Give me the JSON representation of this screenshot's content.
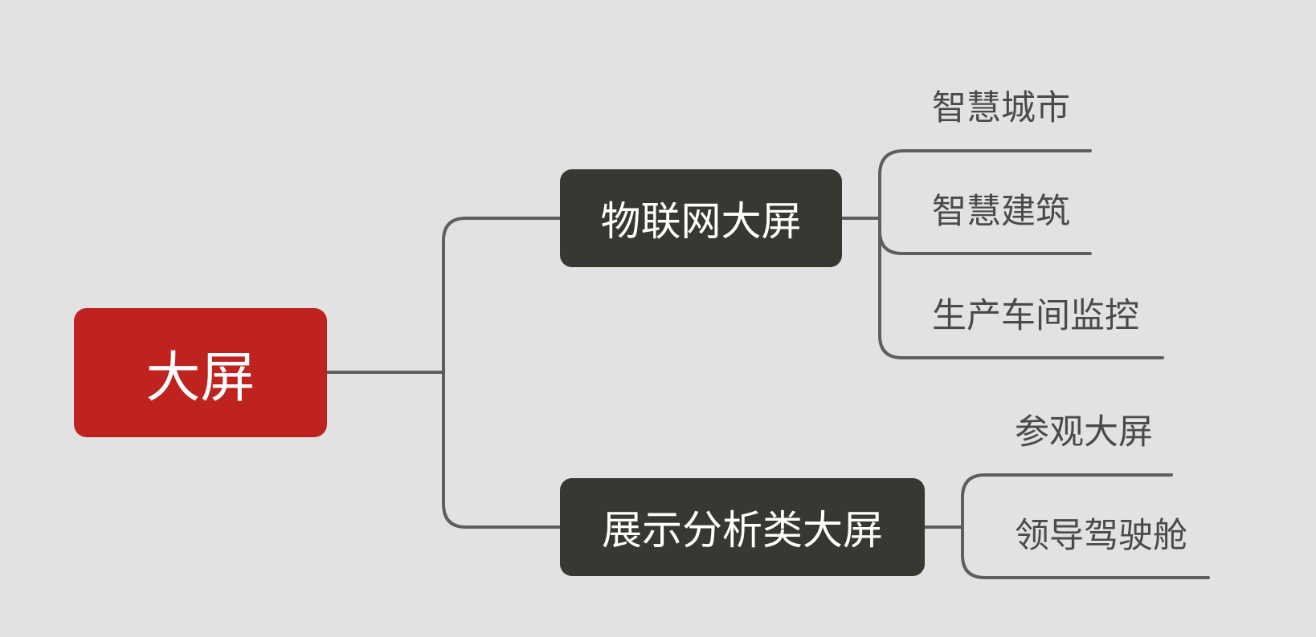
{
  "root": {
    "label": "大屏"
  },
  "branches": [
    {
      "label": "物联网大屏",
      "children": [
        {
          "label": "智慧城市"
        },
        {
          "label": "智慧建筑"
        },
        {
          "label": "生产车间监控"
        }
      ]
    },
    {
      "label": "展示分析类大屏",
      "children": [
        {
          "label": "参观大屏"
        },
        {
          "label": "领导驾驶舱"
        }
      ]
    }
  ],
  "colors": {
    "root_fill": "#bf2320",
    "branch_fill": "#383833",
    "connector": "#5e5e5e",
    "background": "#e2e2e2"
  }
}
